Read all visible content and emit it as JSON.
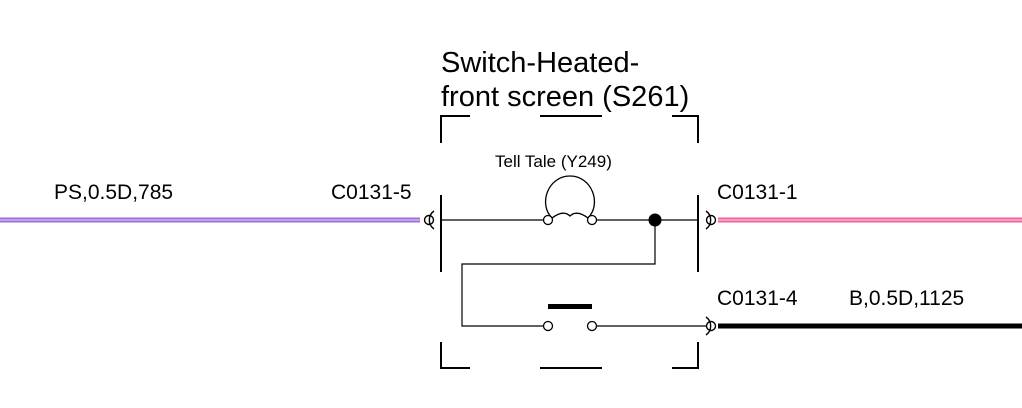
{
  "component": {
    "title_line1": "Switch-Heated-",
    "title_line2": "front screen (S261)"
  },
  "lamp": {
    "label": "Tell Tale (Y249)"
  },
  "wires": {
    "left": {
      "label": "PS,0.5D,785",
      "connector": "C0131-5",
      "color": "#9b6fd8"
    },
    "right": {
      "connector": "C0131-1",
      "color": "#f0609a"
    },
    "bottom": {
      "label": "B,0.5D,1125",
      "connector": "C0131-4",
      "color": "#000000"
    }
  }
}
